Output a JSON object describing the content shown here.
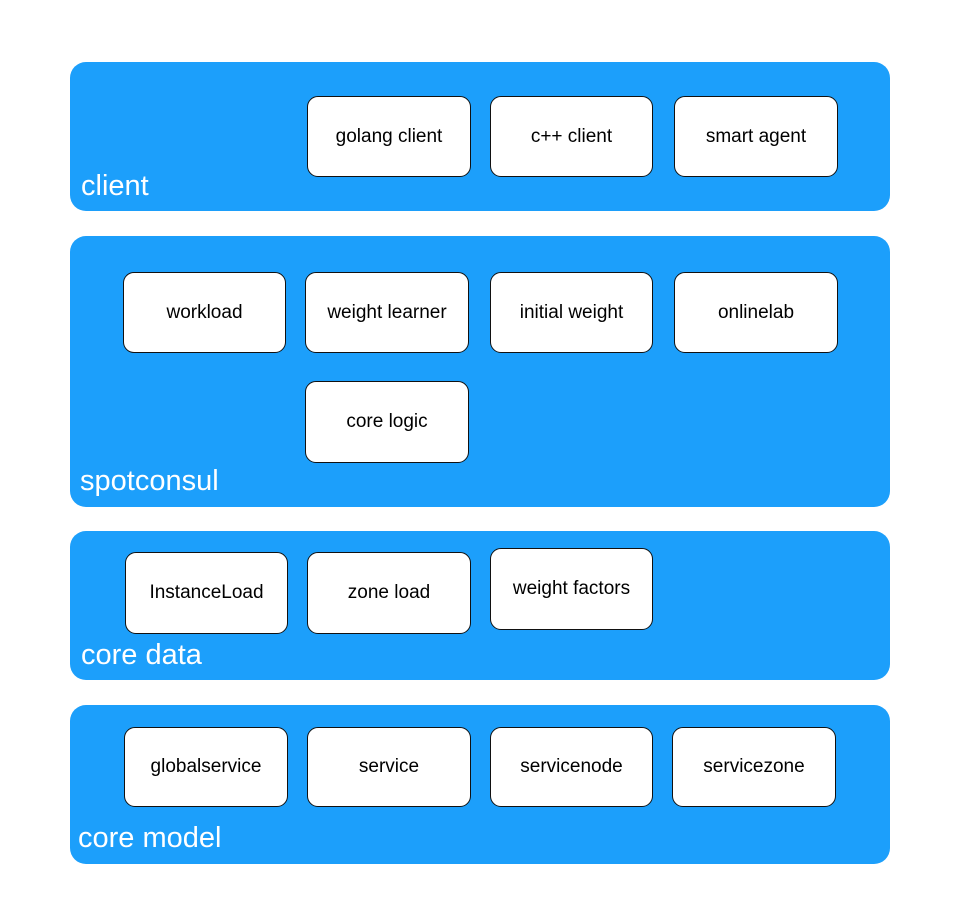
{
  "colors": {
    "layer_fill": "#1c9ffb",
    "box_fill": "#ffffff",
    "box_border": "#111111",
    "label_text": "#ffffff"
  },
  "layers": {
    "client": {
      "label": "client",
      "boxes": [
        "golang client",
        "c++ client",
        "smart agent"
      ]
    },
    "spotconsul": {
      "label": "spotconsul",
      "boxes": [
        "workload",
        "weight learner",
        "initial weight",
        "onlinelab",
        "core logic"
      ]
    },
    "core_data": {
      "label": "core data",
      "boxes": [
        "InstanceLoad",
        "zone load",
        "weight factors"
      ]
    },
    "core_model": {
      "label": "core model",
      "boxes": [
        "globalservice",
        "service",
        "servicenode",
        "servicezone"
      ]
    }
  }
}
